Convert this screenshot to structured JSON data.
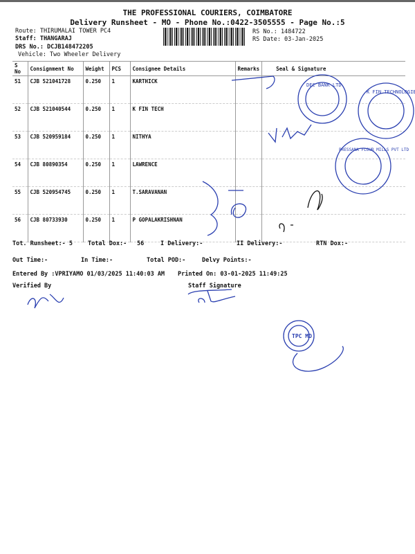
{
  "header": {
    "company": "THE PROFESSIONAL COURIERS, COIMBATORE",
    "subtitle": "Delivery Runsheet - MO - Phone No.:0422-3505555 - Page No.:5",
    "route": "Route: THIRUMALAI TOWER PC4",
    "staff": "Staff: THANGARAJ",
    "drs": "DRS No.: DCJB148472205",
    "vehicle": "Vehicle: Two Wheeler Delivery",
    "rs_no": "RS No.: 1484722",
    "rs_date": "RS Date: 03-Jan-2025"
  },
  "table": {
    "columns": [
      "S No",
      "Consignment No",
      "Weight",
      "PCS",
      "Consignee Details",
      "Remarks",
      "Seal & Signature"
    ],
    "rows": [
      {
        "sno": "51",
        "cno": "CJB 521041728",
        "weight": "0.250",
        "pcs": "1",
        "consignee": "KARTHICK"
      },
      {
        "sno": "52",
        "cno": "CJB 521040544",
        "weight": "0.250",
        "pcs": "1",
        "consignee": "K FIN TECH"
      },
      {
        "sno": "53",
        "cno": "CJB 520959184",
        "weight": "0.250",
        "pcs": "1",
        "consignee": "NITHYA"
      },
      {
        "sno": "54",
        "cno": "CJB 80890354",
        "weight": "0.250",
        "pcs": "1",
        "consignee": "LAWRENCE"
      },
      {
        "sno": "55",
        "cno": "CJB 520954745",
        "weight": "0.250",
        "pcs": "1",
        "consignee": "T.SARAVANAN"
      },
      {
        "sno": "56",
        "cno": "CJB 80733930",
        "weight": "0.250",
        "pcs": "1",
        "consignee": "P GOPALAKRISHNAN"
      }
    ]
  },
  "summary": {
    "tot_runsheet": "Tot. Runsheet:- 5",
    "total_dox": "Total Dox:-",
    "total_dox_val": "56",
    "i_delivery": "I Delivery:-",
    "ii_delivery": "II Delivery:-",
    "rtn_dox": "RTN Dox:-",
    "out_time": "Out Time:-",
    "in_time": "In Time:-",
    "total_pod": "Total POD:-",
    "delvy_points": "Delvy Points:-",
    "entered_by": "Entered By :VPRIYAMO 01/03/2025 11:40:03 AM",
    "printed_on": "Printed On: 03-01-2025 11:49:25",
    "verified_by": "Verified By",
    "staff_signature": "Staff Signature"
  },
  "stamps": {
    "bank": "DEC BANK LTD",
    "tech": "K FIN TECHNOLOGIES LTD.",
    "mills": "PRESSANA FLOUR MILLS PVT LTD",
    "tpc": "TPC MO"
  },
  "colors": {
    "ink": "#2a3fb0"
  }
}
